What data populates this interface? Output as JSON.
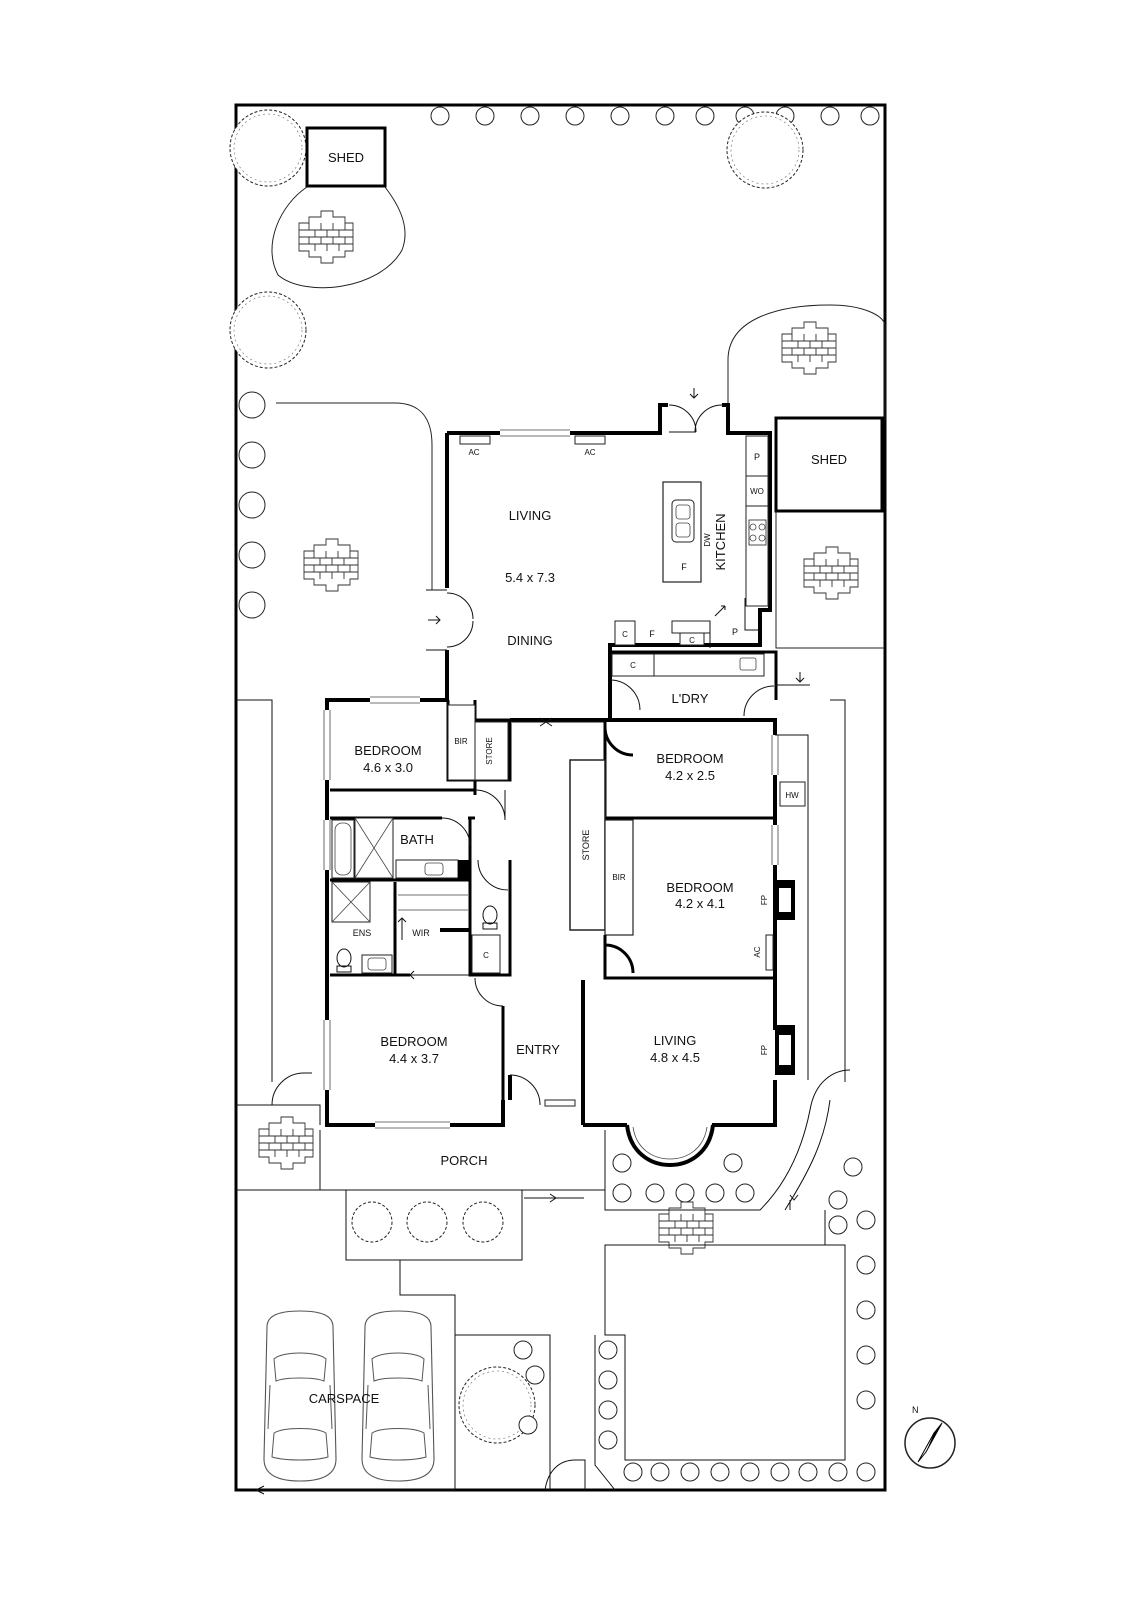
{
  "labels": {
    "shed_top": "SHED",
    "shed_right": "SHED",
    "living_dining_title": "LIVING",
    "living_dining_dims": "5.4 x 7.3",
    "dining": "DINING",
    "kitchen": "KITCHEN",
    "ac_1": "AC",
    "ac_2": "AC",
    "ac_3": "AC",
    "pantry_1": "P",
    "pantry_2": "P",
    "wo": "WO",
    "dw": "DW",
    "fridge_1": "F",
    "fridge_2": "F",
    "cupboard_1": "C",
    "cupboard_2": "C",
    "cupboard_3": "C",
    "cupboard_4": "C",
    "laundry": "L'DRY",
    "bedroom1_title": "BEDROOM",
    "bedroom1_dims": "4.6 x 3.0",
    "bir_1": "BIR",
    "store_1": "STORE",
    "bedroom2_title": "BEDROOM",
    "bedroom2_dims": "4.2 x 2.5",
    "hw": "HW",
    "bath": "BATH",
    "store_2": "STORE",
    "bir_2": "BIR",
    "bedroom3_title": "BEDROOM",
    "bedroom3_dims": "4.2 x 4.1",
    "fp_1": "FP",
    "fp_2": "FP",
    "ens": "ENS",
    "wir": "WIR",
    "bedroom4_title": "BEDROOM",
    "bedroom4_dims": "4.4 x 3.7",
    "entry": "ENTRY",
    "living2_title": "LIVING",
    "living2_dims": "4.8 x 4.5",
    "porch": "PORCH",
    "carspace": "CARSPACE",
    "north": "N"
  },
  "icons": [
    "tree-icon",
    "shrub-icon",
    "brick-paving-icon",
    "car-icon",
    "north-arrow-icon",
    "door-swing-icon",
    "fireplace-icon",
    "toilet-icon",
    "bathtub-icon",
    "shower-icon",
    "sink-icon",
    "cooktop-icon"
  ]
}
